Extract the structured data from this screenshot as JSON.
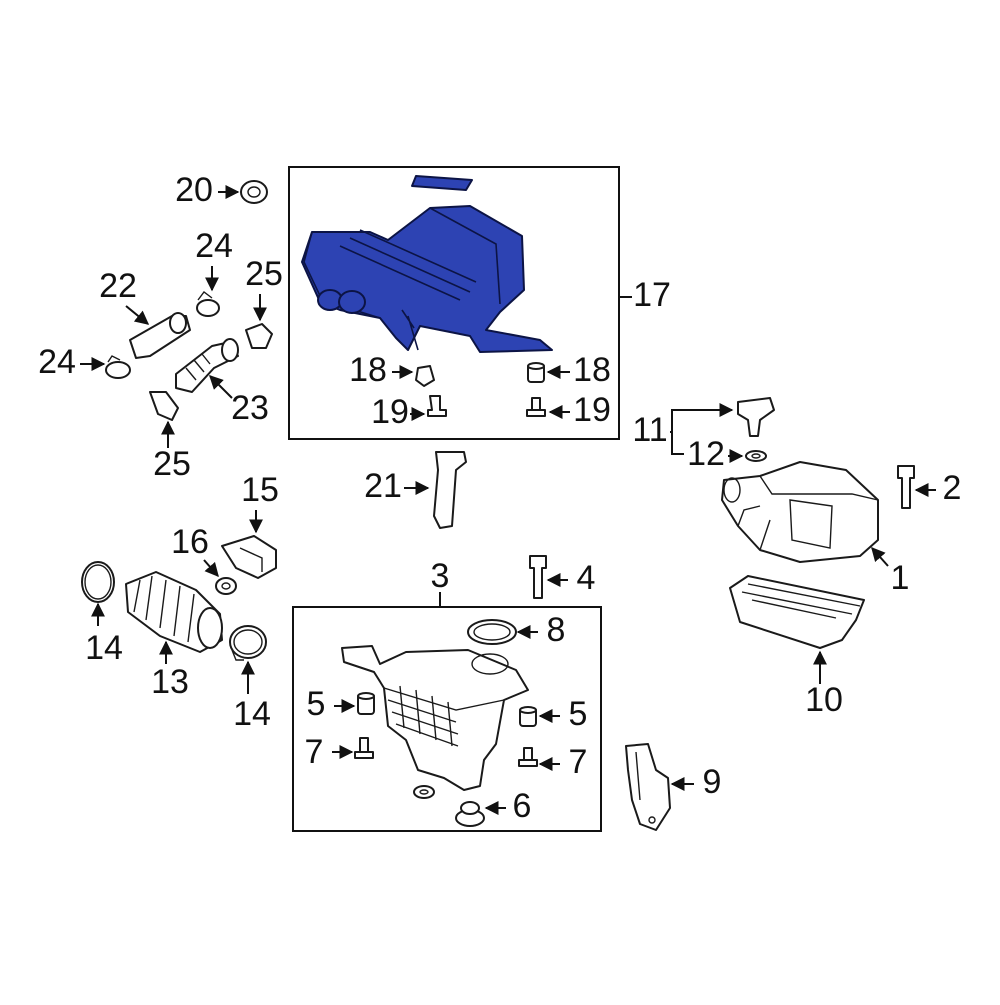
{
  "diagram": {
    "highlight_color": "#2d43b3",
    "line_color": "#111111",
    "callouts": {
      "c1": "1",
      "c2": "2",
      "c3": "3",
      "c4": "4",
      "c5a": "5",
      "c5b": "5",
      "c6": "6",
      "c7a": "7",
      "c7b": "7",
      "c8": "8",
      "c9": "9",
      "c10": "10",
      "c11": "11",
      "c12": "12",
      "c13": "13",
      "c14a": "14",
      "c14b": "14",
      "c15": "15",
      "c16": "16",
      "c17": "17",
      "c18a": "18",
      "c18b": "18",
      "c19a": "19",
      "c19b": "19",
      "c20": "20",
      "c21": "21",
      "c22": "22",
      "c23": "23",
      "c24a": "24",
      "c24b": "24",
      "c25a": "25",
      "c25b": "25"
    }
  }
}
